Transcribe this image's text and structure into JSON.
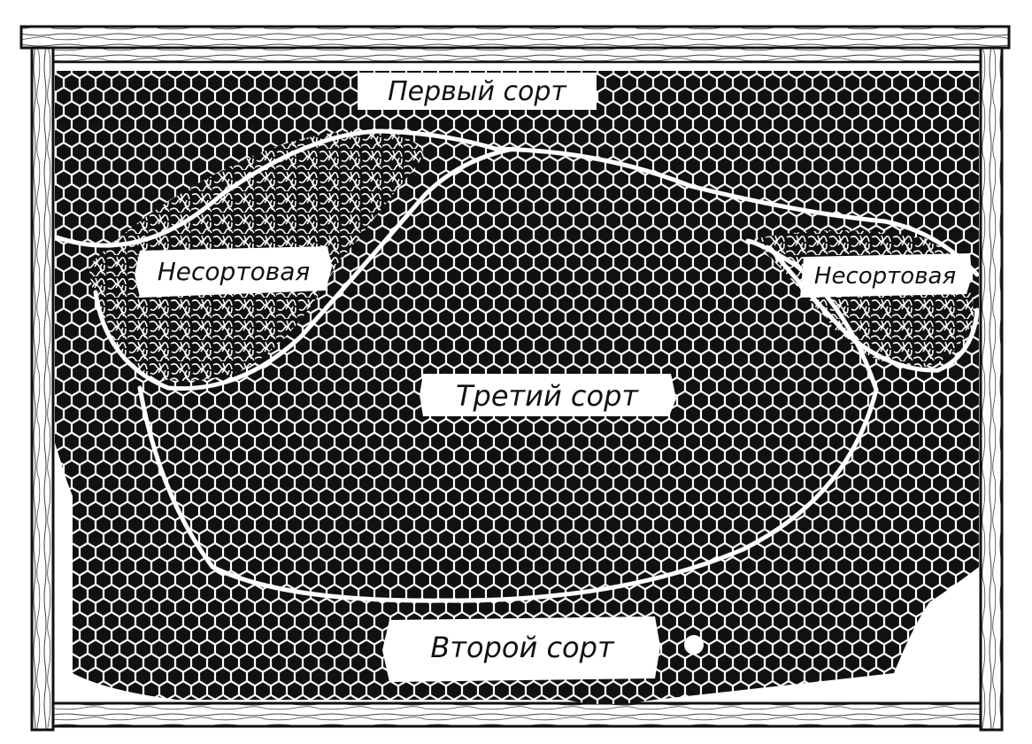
{
  "figure": {
    "subject": "honeycomb frame divided into grade zones",
    "colors": {
      "ink": "#111111",
      "paper": "#ffffff",
      "wood_grain": "#444444"
    }
  },
  "zones": {
    "first_grade": {
      "label": "Первый сорт"
    },
    "ungraded_left": {
      "label": "Несортовая"
    },
    "ungraded_right": {
      "label": "Несортовая"
    },
    "third_grade": {
      "label": "Третий сорт"
    },
    "second_grade": {
      "label": "Второй сорт"
    }
  }
}
